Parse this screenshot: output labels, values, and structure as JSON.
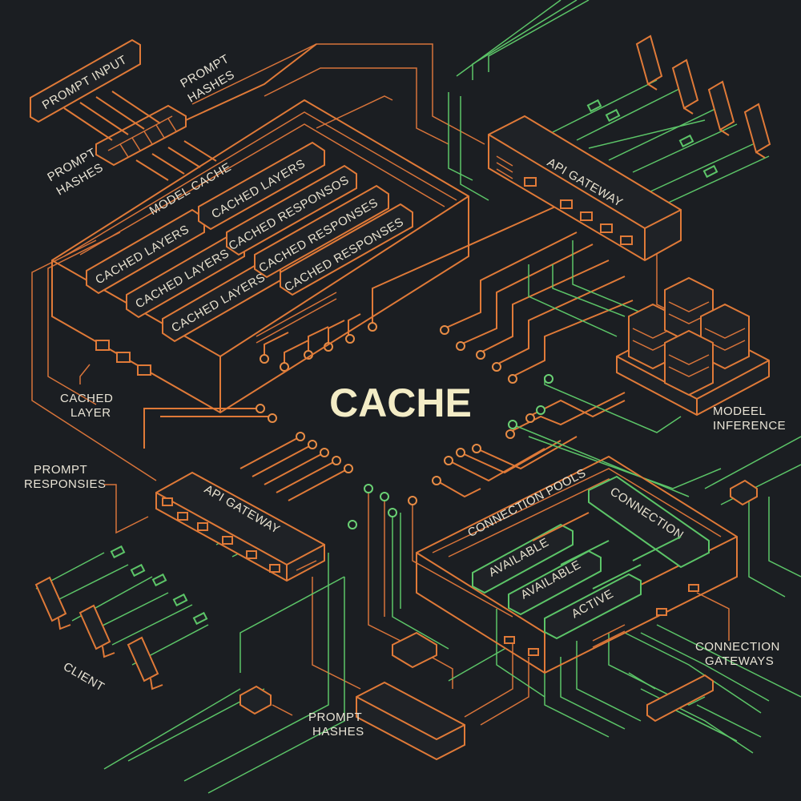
{
  "title": "CACHE",
  "colors": {
    "background": "#1b1e22",
    "orange_line": "#e07a38",
    "green_line": "#5cc568",
    "title_text": "#f3ecc6"
  },
  "model_cache": {
    "title": "MODEL CACHE",
    "cached_layers_a": "CACHED LAYERS",
    "cached_layers_b": "CACHED LAYERS",
    "cached_layers_c": "CACHED LAYERS",
    "cached_layers_d": "CACHED LAYERS",
    "cached_responsos": "CACHED RESPONSOS",
    "cached_responses_a": "CACHED RESPONSES",
    "cached_responses_b": "CACHED RESPONSES"
  },
  "api_gateway_top": {
    "title": "API GATEWAY"
  },
  "api_gateway_bottom": {
    "title": "API GATEWAY"
  },
  "connection_pools": {
    "title": "CONNECTION POOLS",
    "connection": "CONNECTION",
    "available_a": "AVAILABLE",
    "available_b": "AVAILABLE",
    "active": "ACTIVE"
  },
  "labels": {
    "prompt_input": "PROMPT INPUT",
    "prompt_hashes_top_1": "PROMPT",
    "prompt_hashes_top_2": "HASHES",
    "prompt_hashes_left_1": "PROMPT",
    "prompt_hashes_left_2": "HASHES",
    "cached_layer_1": "CACHED",
    "cached_layer_2": "LAYER",
    "prompt_responsies_1": "PROMPT",
    "prompt_responsies_2": "RESPONSIES",
    "client": "CLIENT",
    "modeel_inference_1": "MODEEL",
    "modeel_inference_2": "INFERENCE",
    "connection_gateways_1": "CONNECTION",
    "connection_gateways_2": "GATEWAYS",
    "prompt_hashes_bottom_1": "PROMPT",
    "prompt_hashes_bottom_2": "HASHES"
  }
}
